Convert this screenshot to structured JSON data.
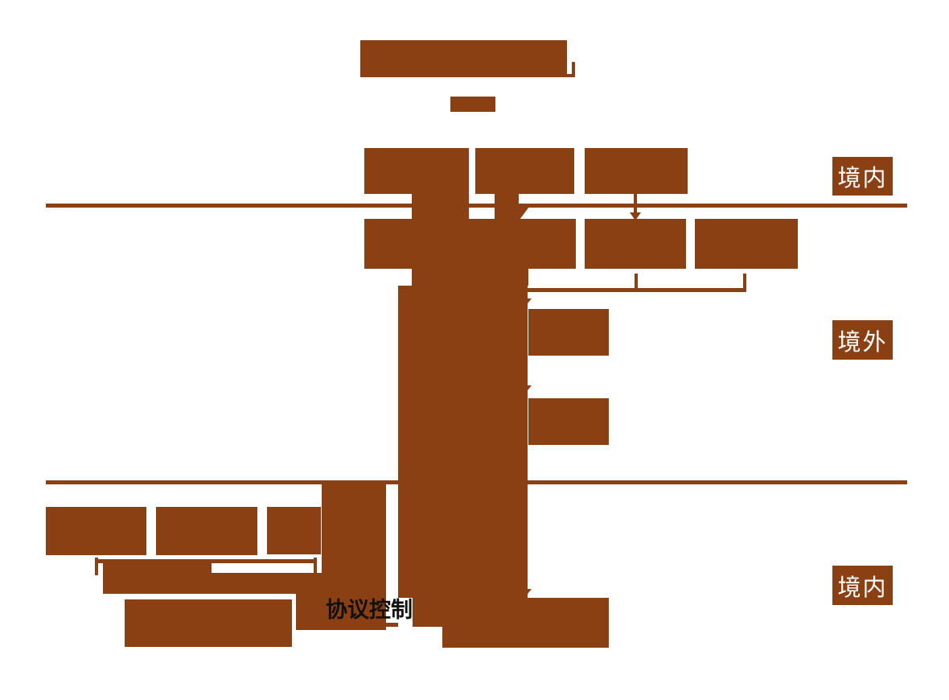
{
  "diagram": {
    "type": "structure-flowchart",
    "region_labels": {
      "top": "境内",
      "middle": "境外",
      "bottom": "境内"
    },
    "annotation": "协议控制",
    "colors": {
      "box_fill": "#8B4013",
      "label_text": "#FFFFFF",
      "annotation_text": "#111111",
      "background": "#FFFFFF"
    }
  }
}
